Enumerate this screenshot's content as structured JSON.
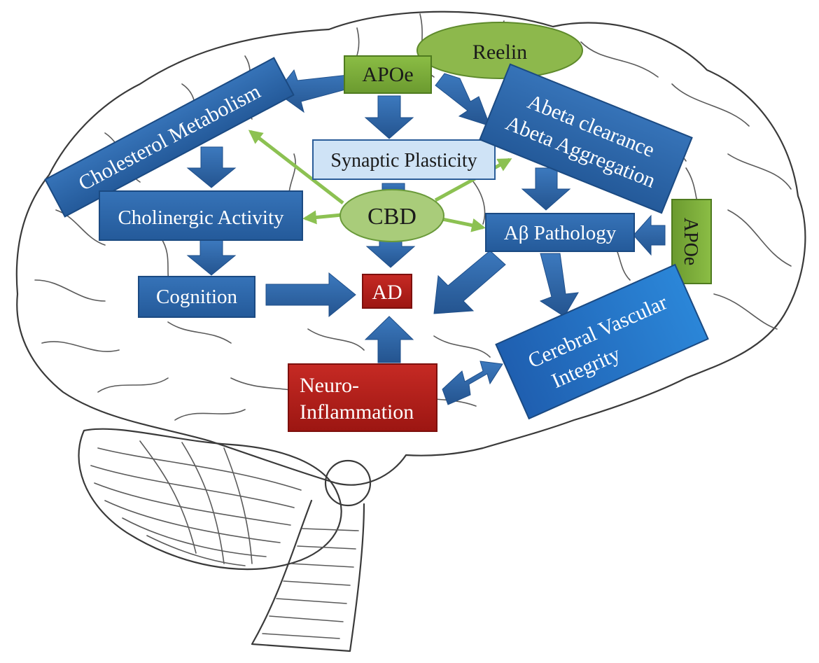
{
  "colors": {
    "blue_box": "#2e6bb0",
    "blue_arrow": "#2e62a8",
    "green_box": "#7aa53a",
    "green_ellipse": "#a9cc7a",
    "green_arrow": "#8cc152",
    "red_box": "#b3201b",
    "light_box": "#cfe3f6"
  },
  "icons": {
    "brain": "brain-outline-icon"
  },
  "nodes": {
    "reelin": "Reelin",
    "apoe_top": "APOe",
    "cholesterol_metabolism": "Cholesterol Metabolism",
    "synaptic_plasticity": "Synaptic Plasticity",
    "abeta_clearance": "Abeta clearance",
    "abeta_aggregation": "Abeta Aggregation",
    "cholinergic_activity": "Cholinergic Activity",
    "cbd": "CBD",
    "abeta_pathology": "Aβ Pathology",
    "apoe_right": "APOe",
    "cognition": "Cognition",
    "ad": "AD",
    "cerebral_vascular_line1": "Cerebral Vascular",
    "cerebral_vascular_line2": "Integrity",
    "neuro_line1": "Neuro-",
    "neuro_line2": "Inflammation"
  }
}
